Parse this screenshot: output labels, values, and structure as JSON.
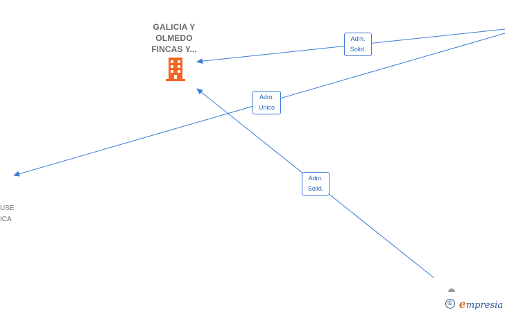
{
  "company_node": {
    "title_lines": [
      "GALICIA Y",
      "OLMEDO",
      "FINCAS Y..."
    ],
    "icon": "building-icon",
    "icon_color": "#f26522"
  },
  "edges": [
    {
      "label_lines": [
        "Adm.",
        "Solid."
      ]
    },
    {
      "label_lines": [
        "Adm.",
        "Unico"
      ]
    },
    {
      "label_lines": [
        "Adm.",
        "Solid."
      ]
    }
  ],
  "partial_node": {
    "lines": [
      "USE",
      "ICA"
    ]
  },
  "footer": {
    "copyright_symbol": "©",
    "brand_first": "e",
    "brand_rest": "mpresia"
  },
  "colors": {
    "edge": "#3a7bd5",
    "label_text": "#2d63b8",
    "node_text": "#6b6b6b",
    "brand": "#2f5597",
    "brand_accent": "#e8722c"
  }
}
